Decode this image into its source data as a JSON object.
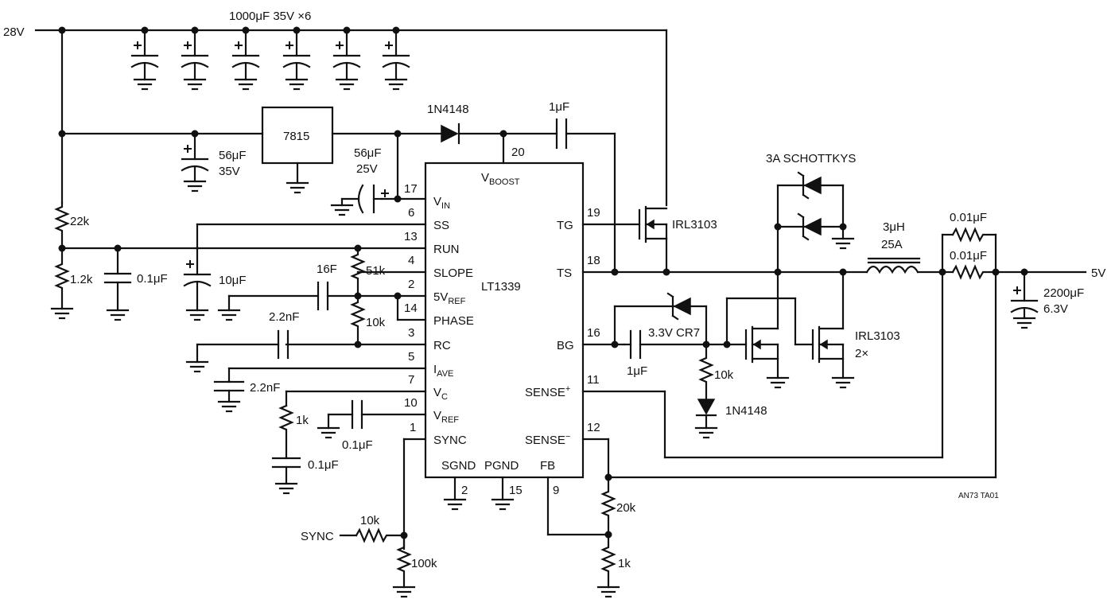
{
  "nets": {
    "vin": "28V",
    "vout": "5V",
    "sync": "SYNC"
  },
  "ic": {
    "name": "LT1339",
    "vboost": "V",
    "vboost_sub": "BOOST",
    "left_pins": [
      {
        "num": "17",
        "label": "V",
        "sub": "IN"
      },
      {
        "num": "6",
        "label": "SS",
        "sub": ""
      },
      {
        "num": "13",
        "label": "RUN",
        "sub": ""
      },
      {
        "num": "4",
        "label": "SLOPE",
        "sub": ""
      },
      {
        "num": "2",
        "label": "5V",
        "sub": "REF"
      },
      {
        "num": "14",
        "label": "PHASE",
        "sub": ""
      },
      {
        "num": "3",
        "label": "RC",
        "sub": ""
      },
      {
        "num": "5",
        "label": "I",
        "sub": "AVE"
      },
      {
        "num": "7",
        "label": "V",
        "sub": "C"
      },
      {
        "num": "10",
        "label": "V",
        "sub": "REF"
      },
      {
        "num": "1",
        "label": "SYNC",
        "sub": ""
      }
    ],
    "right_pins": [
      {
        "num": "19",
        "label": "TG"
      },
      {
        "num": "18",
        "label": "TS"
      },
      {
        "num": "16",
        "label": "BG"
      },
      {
        "num": "11",
        "label": "SENSE",
        "sup": "+"
      },
      {
        "num": "12",
        "label": "SENSE",
        "sup": "−"
      }
    ],
    "bottom_pins": [
      {
        "num": "2",
        "label": "SGND"
      },
      {
        "num": "15",
        "label": "PGND"
      },
      {
        "num": "9",
        "label": "FB"
      }
    ],
    "top_pin_num": "20"
  },
  "components": {
    "input_caps": "1000μF 35V ×6",
    "regulator": "7815",
    "c56_35_value": "56μF",
    "c56_35_rating": "35V",
    "c56_25_value": "56μF",
    "c56_25_rating": "25V",
    "d_boost": "1N4148",
    "c_boost": "1μF",
    "r22k": "22k",
    "r1_2k": "1.2k",
    "c_run": "0.1μF",
    "c_ss": "10μF",
    "c_slope": "16F",
    "r51k": "51k",
    "r10k_phase": "10k",
    "c_rc": "2.2nF",
    "c_iave": "2.2nF",
    "r_vc": "1k",
    "c_vc": "0.1μF",
    "c_vref": "0.1μF",
    "top_fet": "IRL3103",
    "schottkys": "3A SCHOTTKYS",
    "inductor_value": "3μH",
    "inductor_rating": "25A",
    "r_sense1": "0.01μF",
    "r_sense2": "0.01μF",
    "c_out_value": "2200μF",
    "c_out_rating": "6.3V",
    "c_bg": "1μF",
    "zener": "3.3V CR7",
    "r_bg": "10k",
    "d_bg": "1N4148",
    "bottom_fets": "IRL3103",
    "bottom_fets_count": "2×",
    "r20k": "20k",
    "r1k_fb": "1k",
    "r_sync": "10k",
    "r100k": "100k",
    "drawing_id": "AN73 TA01"
  }
}
